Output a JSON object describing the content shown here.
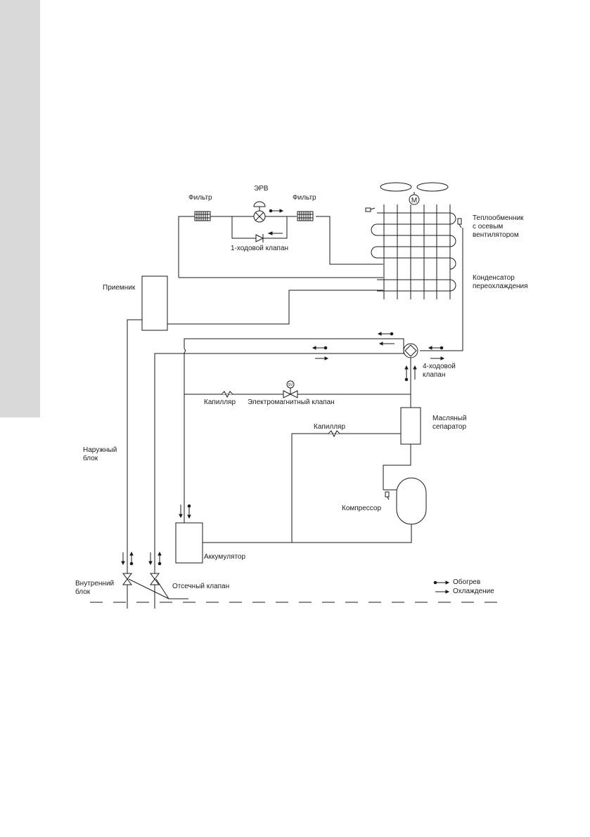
{
  "labels": {
    "filter_left": "Фильтр",
    "erv": "ЭРВ",
    "filter_right": "Фильтр",
    "check_valve": "1-ходовой клапан",
    "heat_exchanger": "Теплообменник\nс осевым\nвентилятором",
    "subcooling_condenser": "Конденсатор\nпереохлаждения",
    "receiver": "Приемник",
    "four_way_valve": "4-ходовой\nклапан",
    "capillary_1": "Капилляр",
    "solenoid_valve": "Электромагнитный клапан",
    "capillary_2": "Капилляр",
    "oil_separator": "Масляный\nсепаратор",
    "outdoor_unit": "Наружный\nблок",
    "compressor": "Компрессор",
    "accumulator": "Аккумулятор",
    "indoor_unit": "Внутренний\nблок",
    "shutoff_valve": "Отсечный клапан",
    "motor_symbol": "M",
    "solenoid_symbol": "SV"
  },
  "legend": {
    "heating": "Обогрев",
    "cooling": "Охлаждение"
  }
}
